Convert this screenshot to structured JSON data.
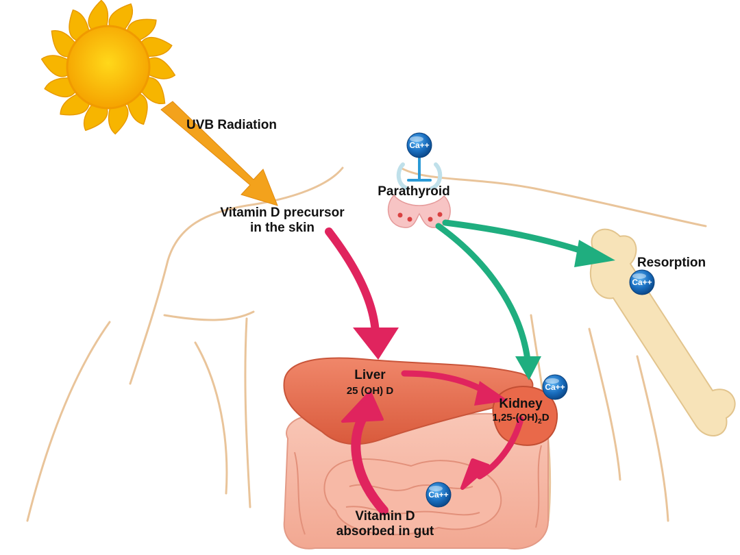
{
  "labels": {
    "uvb": "UVB Radiation",
    "precursor_line1": "Vitamin D precursor",
    "precursor_line2": "in the skin",
    "parathyroid": "Parathyroid",
    "resorption": "Resorption",
    "liver": "Liver",
    "liver_sub": "25 (OH) D",
    "kidney": "Kidney",
    "kidney_sub_a": "1,25-(OH)",
    "kidney_sub_sub": "2",
    "kidney_sub_b": "D",
    "gut_line1": "Vitamin D",
    "gut_line2": "absorbed in gut"
  },
  "ion": "Ca++",
  "colors": {
    "sun": "#f7b500",
    "uvb_arrow": "#f3a21c",
    "pathway_arrow": "#e0245e",
    "pth_arrow": "#1fae7f",
    "organ": "#ec7555",
    "bone": "#f7e3b8",
    "body_outline": "#e9c49a",
    "ion_bubble": "#1a6fc0"
  }
}
